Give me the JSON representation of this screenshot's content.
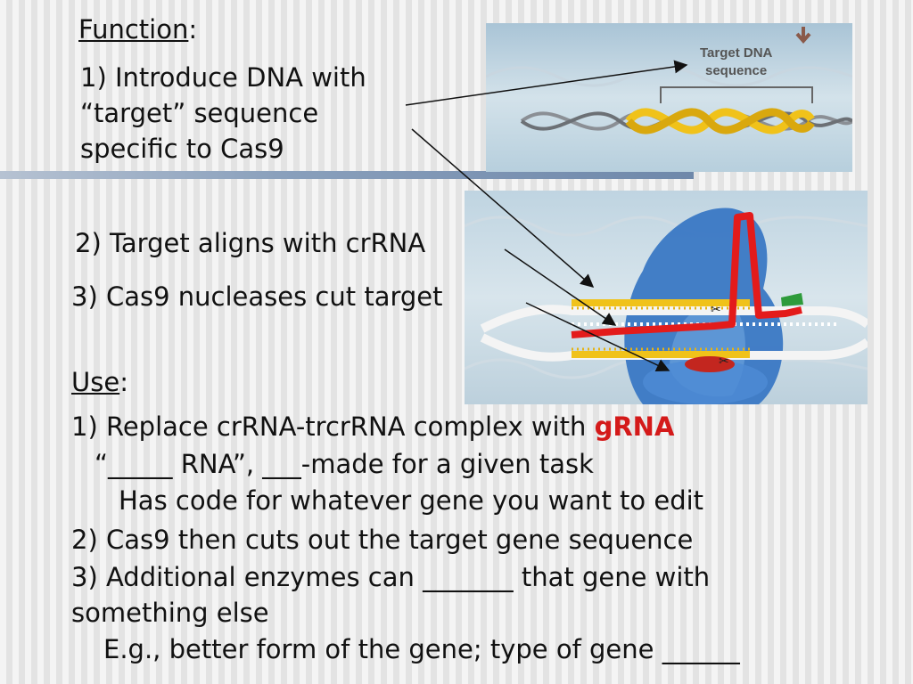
{
  "function_section": {
    "heading": "Function",
    "heading_colon": ":",
    "items": [
      "1) Introduce DNA with",
      "“target” sequence",
      "specific to Cas9"
    ],
    "item2": "2) Target aligns with crRNA",
    "item3": "3) Cas9 nucleases cut target"
  },
  "image_top": {
    "label_line1": "Target DNA",
    "label_line2": "sequence"
  },
  "use_section": {
    "heading": "Use",
    "heading_colon": ":",
    "line1_prefix": "1) Replace crRNA-trcrRNA complex with ",
    "line1_highlight": "gRNA",
    "line2": "“_____ RNA”, ___-made for a given task",
    "line3": "Has code for whatever gene you want to edit",
    "line4": "2) Cas9 then cuts out the target gene sequence",
    "line5": "3) Additional enzymes can _______ that gene with",
    "line6": "something else",
    "line7": "E.g., better form of the gene; type of gene ______"
  },
  "colors": {
    "highlight": "#d41a1a",
    "guide_rna": "#e31b1b",
    "dna_yellow": "#f0c21a",
    "cas9_blue": "#3a78c4"
  }
}
